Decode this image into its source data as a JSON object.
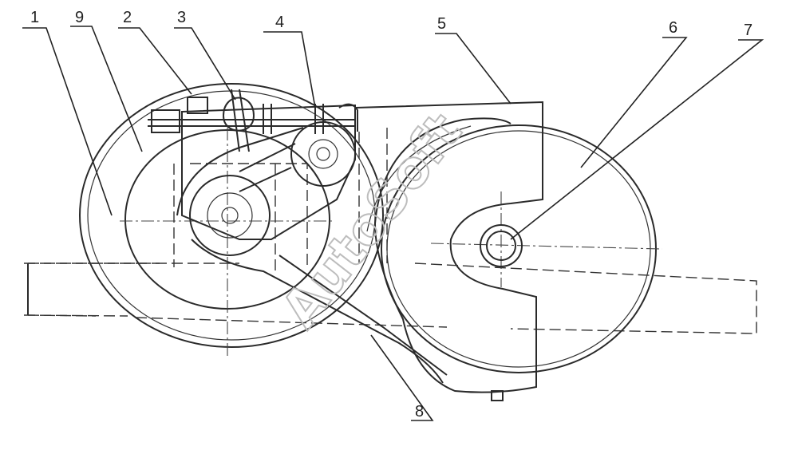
{
  "callouts": [
    {
      "label": "1"
    },
    {
      "label": "9"
    },
    {
      "label": "2"
    },
    {
      "label": "3"
    },
    {
      "label": "4"
    },
    {
      "label": "5"
    },
    {
      "label": "6"
    },
    {
      "label": "7"
    },
    {
      "label": "8"
    }
  ],
  "watermark": "AutoSoft",
  "colors": {
    "line": "#2a2a2a",
    "watermark": "#bdbdbd",
    "background": "#ffffff"
  }
}
